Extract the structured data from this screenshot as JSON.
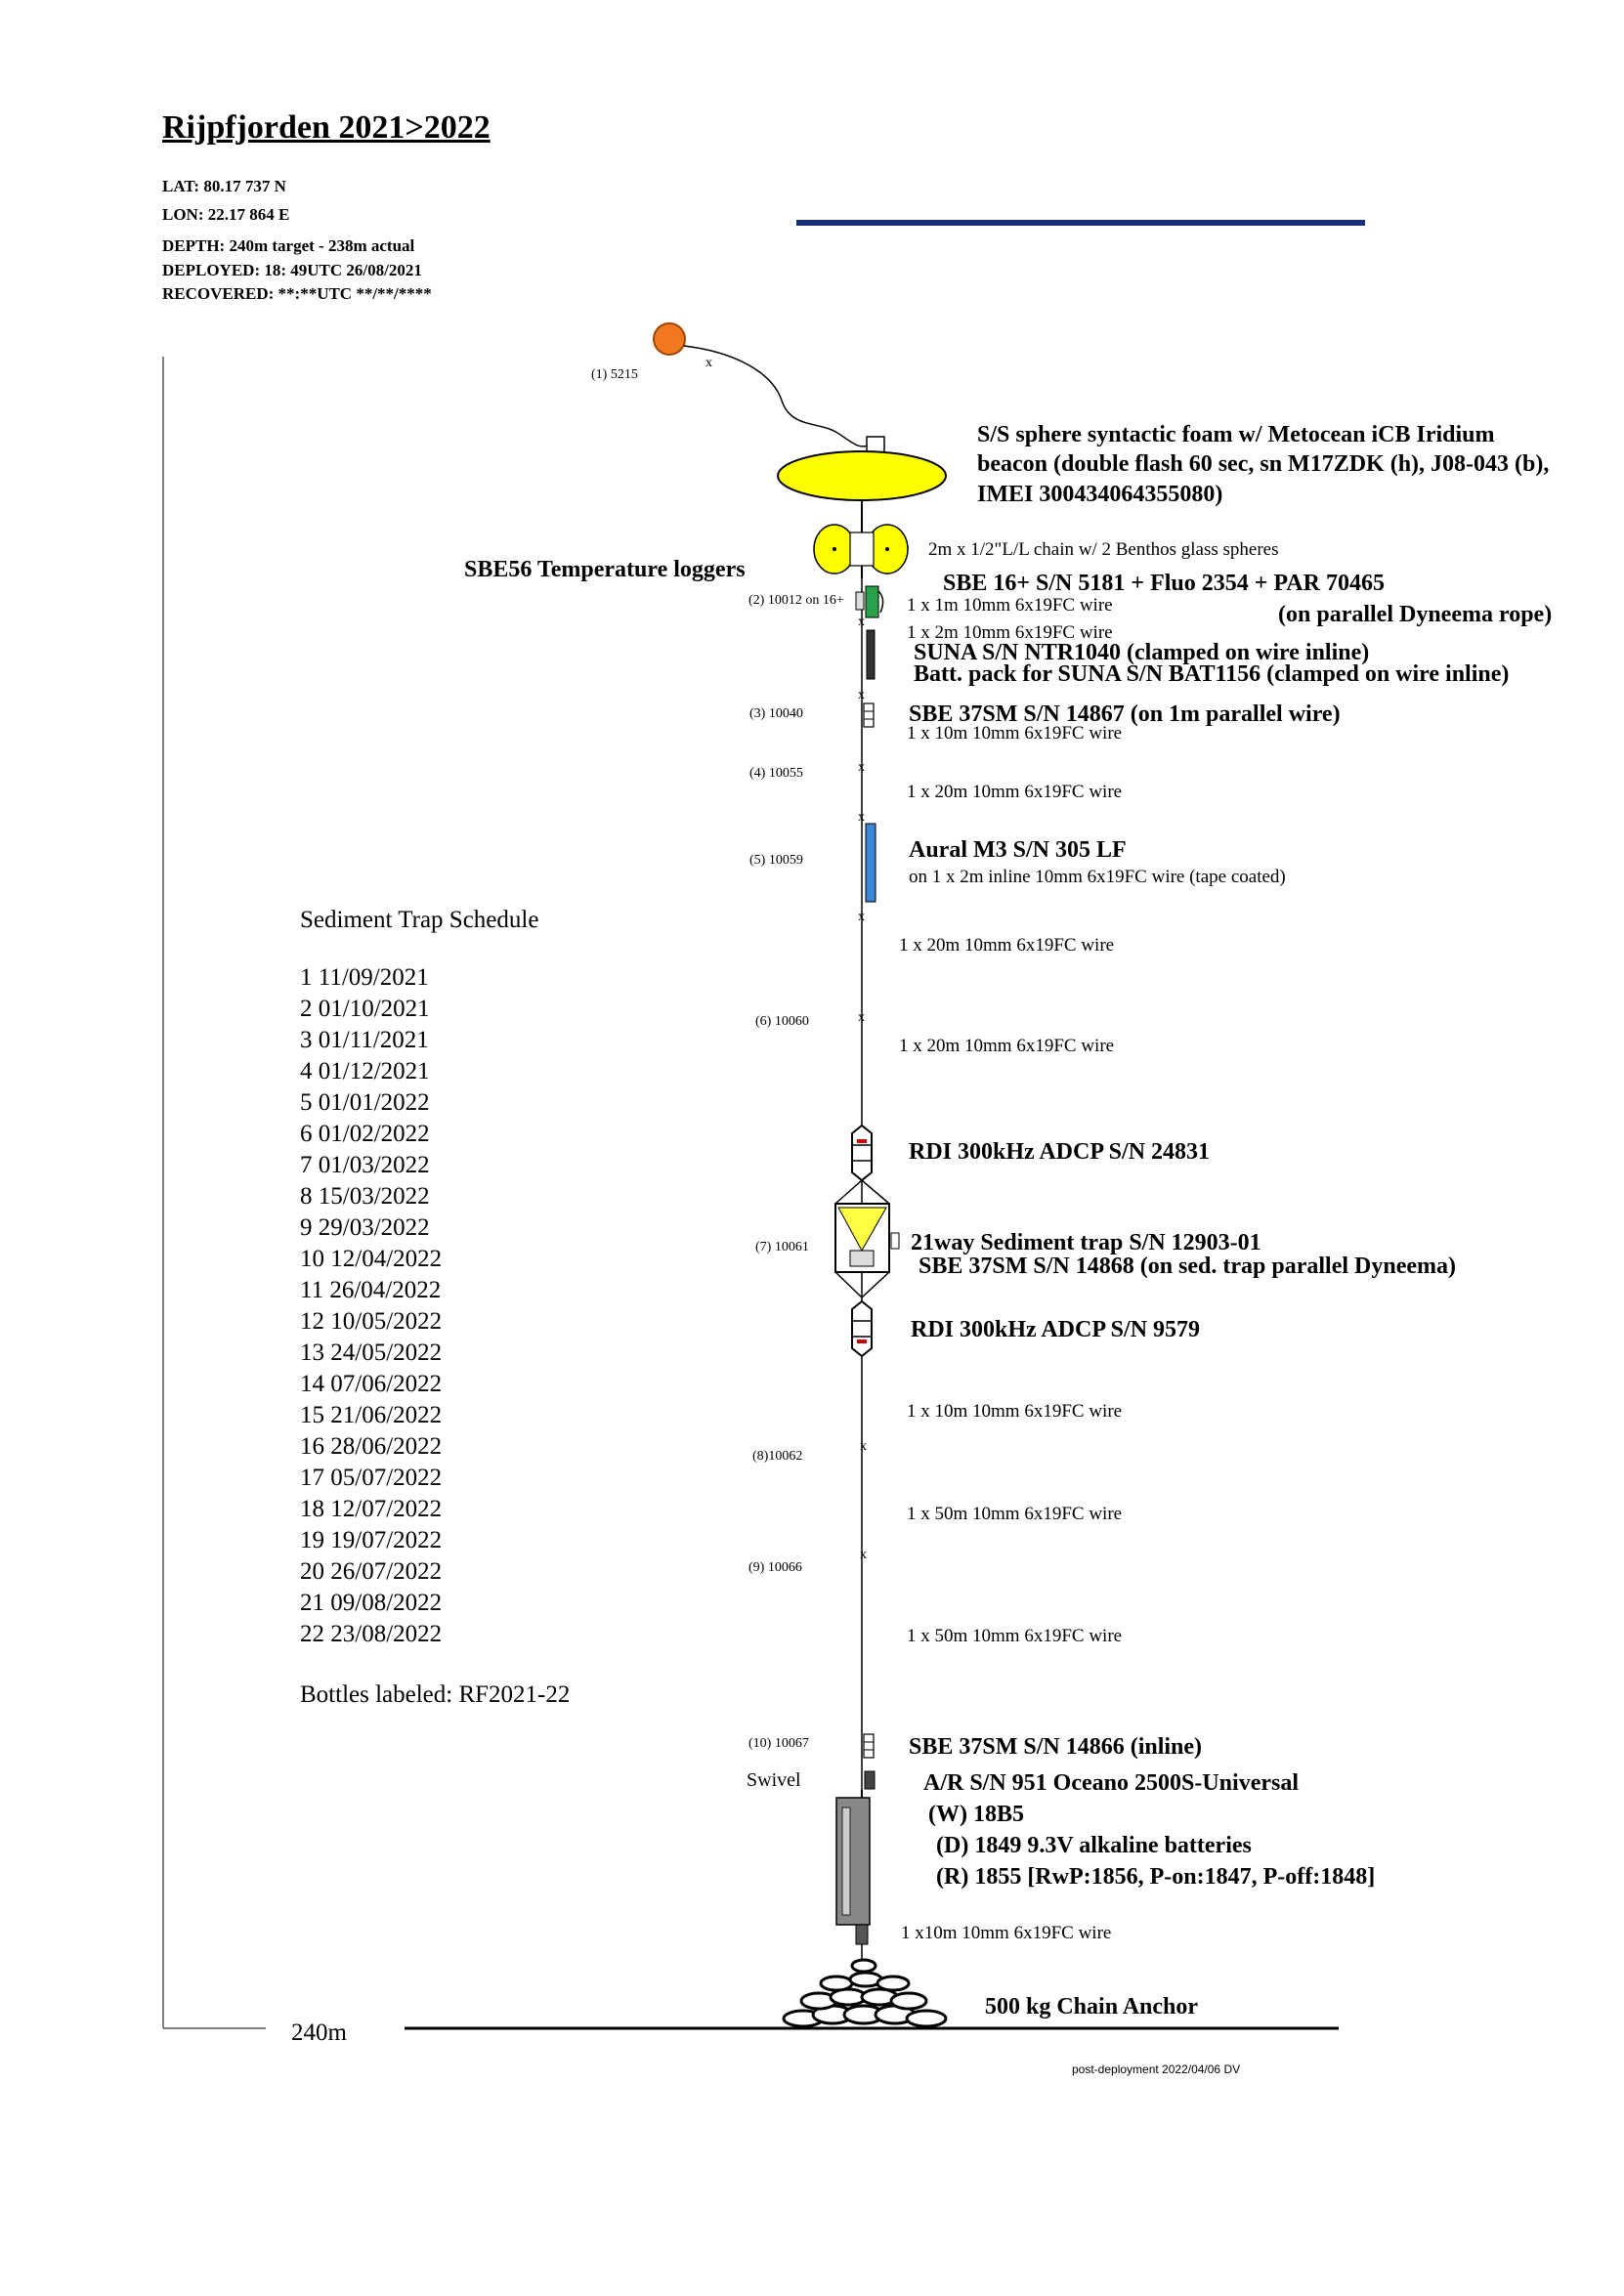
{
  "header": {
    "title": "Rijpfjorden 2021>2022",
    "lat": "LAT: 80.17 737 N",
    "lon": "LON:  22.17 864 E",
    "depth": "DEPTH:  240m target - 238m actual",
    "deployed": "DEPLOYED:    18: 49UTC 26/08/2021",
    "recovered": "RECOVERED: **:**UTC **/**/****"
  },
  "tags": {
    "t1": "(1)  5215",
    "t2": "(2) 10012 on 16+",
    "t3": "(3) 10040",
    "t4": "(4) 10055",
    "t5": "(5) 10059",
    "t6": "(6) 10060",
    "t7": "(7) 10061",
    "t8": "(8)10062",
    "t9": "(9) 10066",
    "t10": "(10) 10067",
    "swivel": "Swivel"
  },
  "labels": {
    "sphere1": "S/S sphere syntactic foam w/ Metocean iCB Iridium",
    "sphere2": "beacon (double flash 60 sec, sn M17ZDK (h), J08-043 (b),",
    "sphere3": "IMEI 300434064355080)",
    "chain": "2m x 1/2\"L/L chain w/ 2 Benthos glass spheres",
    "sbe56": "SBE56 Temperature loggers",
    "sbe16": "SBE 16+ S/N 5181 + Fluo 2354 + PAR 70465",
    "dyneema": "(on parallel Dyneema rope)",
    "w1m": "1 x 1m 10mm 6x19FC wire",
    "w2m": "1 x 2m 10mm 6x19FC wire",
    "suna": "SUNA S/N NTR1040   (clamped on wire inline)",
    "batt": "Batt. pack for SUNA S/N BAT1156  (clamped on wire inline)",
    "sbe37a": "SBE 37SM S/N 14867 (on 1m parallel wire)",
    "w10a": "1 x 10m 10mm 6x19FC wire",
    "w20a": "1 x 20m 10mm 6x19FC wire",
    "aural": "Aural M3 S/N 305 LF",
    "aural_sub": "on 1 x 2m inline 10mm 6x19FC wire (tape coated)",
    "w20b": "1 x 20m 10mm 6x19FC wire",
    "w20c": "1 x 20m 10mm 6x19FC wire",
    "adcp1": "RDI 300kHz ADCP S/N 24831",
    "trap": "21way Sediment trap S/N 12903-01",
    "sbe37b": "SBE 37SM S/N 14868 (on sed. trap parallel Dyneema)",
    "adcp2": "RDI 300kHz ADCP S/N 9579",
    "w10b": "1 x 10m 10mm 6x19FC wire",
    "w50a": "1 x 50m 10mm 6x19FC wire",
    "w50b": "1 x 50m 10mm 6x19FC wire",
    "sbe37c": "SBE 37SM S/N 14866 (inline)",
    "ar1": "A/R S/N 951 Oceano 2500S-Universal",
    "ar2": "(W) 18B5",
    "ar3": "(D) 1849      9.3V  alkaline batteries",
    "ar4": "(R) 1855  [RwP:1856, P-on:1847, P-off:1848]",
    "w10c": "1 x10m 10mm 6x19FC wire",
    "anchor": "500 kg Chain Anchor",
    "depth_label": "240m",
    "footer": "post-deployment 2022/04/06 DV",
    "wire_mark": "x"
  },
  "schedule": {
    "title": "Sediment Trap Schedule",
    "items": [
      "1    11/09/2021",
      "2    01/10/2021",
      "3    01/11/2021",
      "4    01/12/2021",
      "5    01/01/2022",
      "6    01/02/2022",
      "7    01/03/2022",
      "8    15/03/2022",
      "9    29/03/2022",
      "10  12/04/2022",
      "11  26/04/2022",
      "12  10/05/2022",
      "13  24/05/2022",
      "14  07/06/2022",
      "15  21/06/2022",
      "16  28/06/2022",
      "17  05/07/2022",
      "18  12/07/2022",
      "19  19/07/2022",
      "20  26/07/2022",
      "21  09/08/2022",
      "22  23/08/2022"
    ],
    "bottles": "Bottles labeled: RF2021-22"
  },
  "colors": {
    "float": "#ffff00",
    "beacon": "#f07820",
    "rule": "#1a2f7a",
    "hydrophone": "#3a86d8",
    "sbe16": "#2aa04a"
  }
}
